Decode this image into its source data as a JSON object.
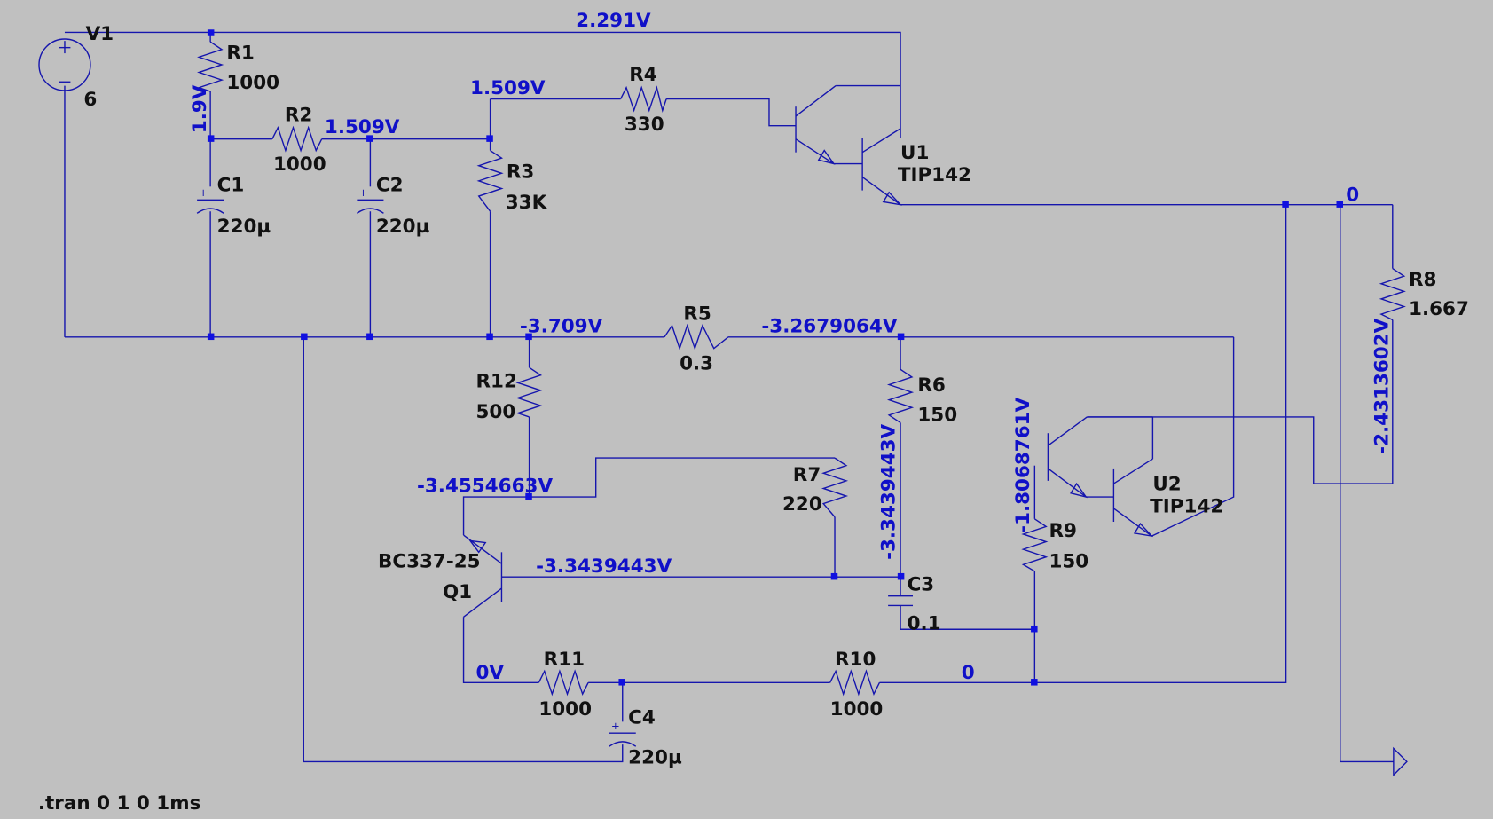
{
  "components": {
    "V1": {
      "name": "V1",
      "value": "6"
    },
    "R1": {
      "name": "R1",
      "value": "1000"
    },
    "R2": {
      "name": "R2",
      "value": "1000"
    },
    "R3": {
      "name": "R3",
      "value": "33K"
    },
    "R4": {
      "name": "R4",
      "value": "330"
    },
    "R5": {
      "name": "R5",
      "value": "0.3"
    },
    "R6": {
      "name": "R6",
      "value": "150"
    },
    "R7": {
      "name": "R7",
      "value": "220"
    },
    "R8": {
      "name": "R8",
      "value": "1.667"
    },
    "R9": {
      "name": "R9",
      "value": "150"
    },
    "R10": {
      "name": "R10",
      "value": "1000"
    },
    "R11": {
      "name": "R11",
      "value": "1000"
    },
    "R12": {
      "name": "R12",
      "value": "500"
    },
    "C1": {
      "name": "C1",
      "value": "220µ"
    },
    "C2": {
      "name": "C2",
      "value": "220µ"
    },
    "C3": {
      "name": "C3",
      "value": "0.1"
    },
    "C4": {
      "name": "C4",
      "value": "220µ"
    },
    "U1": {
      "name": "U1",
      "value": "TIP142"
    },
    "U2": {
      "name": "U2",
      "value": "TIP142"
    },
    "Q1": {
      "name": "Q1",
      "value": "BC337-25"
    }
  },
  "node_voltages": {
    "top_rail": "2.291V",
    "r1_r2": "1.9V",
    "r2_c2": "1.509V",
    "r4_node": "1.509V",
    "u1_out": "0",
    "r5_left": "-3.709V",
    "r5_right": "-3.2679064V",
    "q1_collector": "-3.4554663V",
    "q1_base": "-3.3439443V",
    "c3_node": "-3.3439443V",
    "u2_base": "-1.8068761V",
    "out_rail": "-2.4313602V",
    "q1_emitter": "0V",
    "r10_node": "0"
  },
  "directive": ".tran 0 1 0 1ms",
  "colors": {
    "background": "#c0c0c0",
    "wire": "#1515ad",
    "voltage_text": "#1010c8",
    "label_text": "#111111"
  }
}
